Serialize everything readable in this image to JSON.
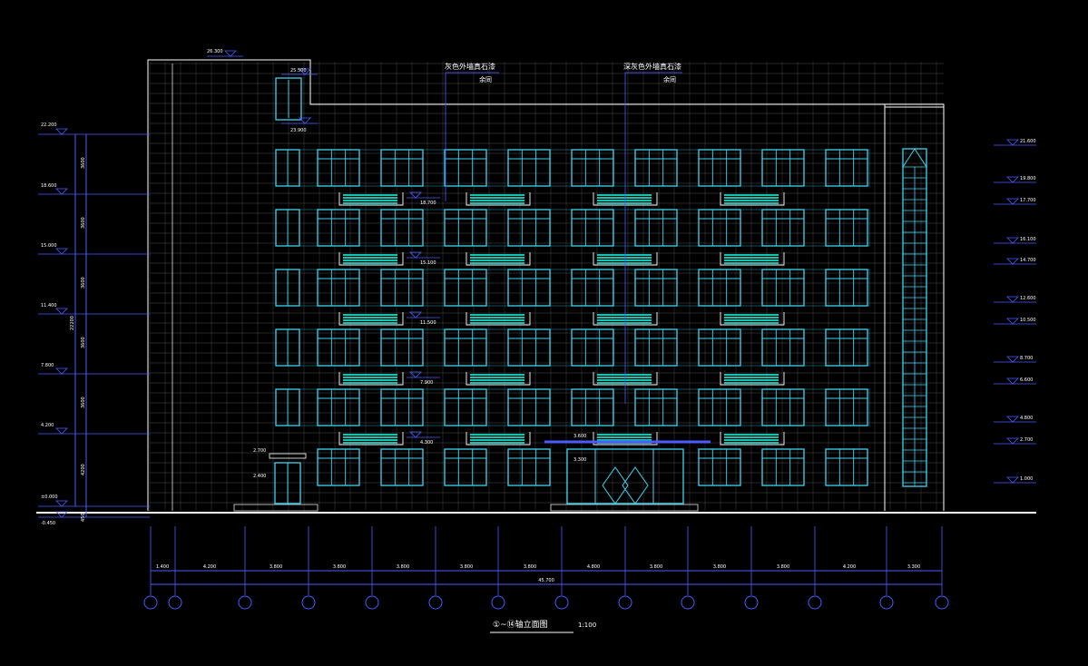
{
  "colors": {
    "background": "#000000",
    "grid": "#8a8a8a",
    "outline": "#ffffff",
    "window": "#3fd4f0",
    "balcony": "#18c0b0",
    "dimension": "#4a5cff",
    "text": "#ffffff"
  },
  "drawing": {
    "title": "①~⑭轴立面图",
    "scale": "1:100",
    "top_marker": "26.300",
    "stair_top_marker": "25.500",
    "stair_low_marker": "23.900"
  },
  "notes": [
    {
      "text": "灰色外墙真石漆",
      "sub": "余同"
    },
    {
      "text": "深灰色外墙真石漆",
      "sub": "余同"
    }
  ],
  "left_levels": [
    "22.200",
    "18.600",
    "15.000",
    "11.400",
    "7.800",
    "4.200",
    "±0.000",
    "-0.450"
  ],
  "left_dims": [
    "3600",
    "3600",
    "3600",
    "3600",
    "3600",
    "4200",
    "450"
  ],
  "left_total": "22200",
  "right_levels": [
    "21.600",
    "19.800",
    "17.700",
    "16.100",
    "14.700",
    "12.600",
    "10.500",
    "8.700",
    "6.600",
    "4.800",
    "2.700",
    "1.000"
  ],
  "mid_levels": [
    "18.700",
    "15.100",
    "11.500",
    "7.900",
    "4.300",
    "3.600",
    "3.300"
  ],
  "door_levels": [
    "2.700",
    "2.400"
  ],
  "bottom_dims": [
    "1.400",
    "4.200",
    "3.800",
    "3.800",
    "3.800",
    "3.800",
    "3.800",
    "4.800",
    "3.800",
    "3.800",
    "3.800",
    "4.200",
    "3.300"
  ],
  "bottom_total": "45.700"
}
